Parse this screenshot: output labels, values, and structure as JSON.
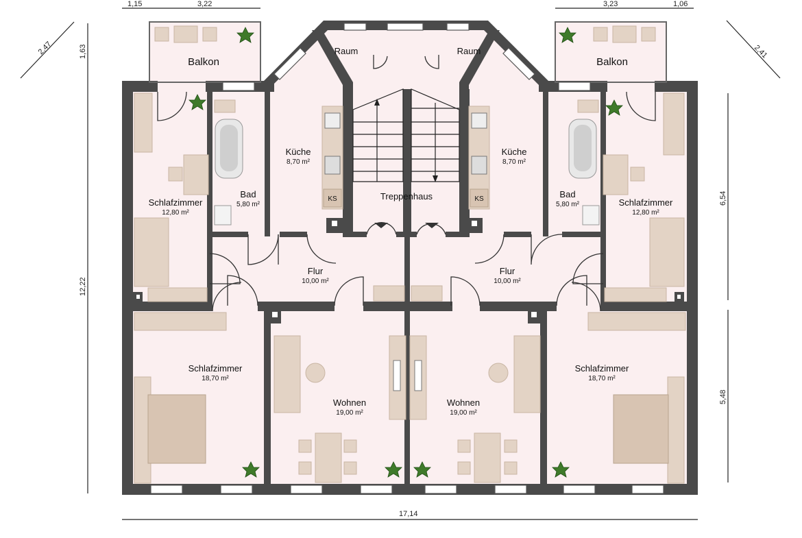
{
  "dimensions": {
    "top_left_a": "1,15",
    "top_left_b": "3,22",
    "top_right_a": "3,23",
    "top_right_b": "1,06",
    "diag_left": "2,47",
    "diag_right": "2,41",
    "left_balcony": "1,63",
    "left_total": "12,22",
    "right_upper": "6,54",
    "right_lower": "5,48",
    "bottom_total": "17,14"
  },
  "rooms": {
    "balkon_left": {
      "name": "Balkon"
    },
    "balkon_right": {
      "name": "Balkon"
    },
    "raum_left": {
      "name": "Raum"
    },
    "raum_right": {
      "name": "Raum"
    },
    "kueche_left": {
      "name": "Küche",
      "area": "8,70 m²"
    },
    "kueche_right": {
      "name": "Küche",
      "area": "8,70 m²"
    },
    "bad_left": {
      "name": "Bad",
      "area": "5,80 m²"
    },
    "bad_right": {
      "name": "Bad",
      "area": "5,80 m²"
    },
    "schlaf_small_left": {
      "name": "Schlafzimmer",
      "area": "12,80 m²"
    },
    "schlaf_small_right": {
      "name": "Schlafzimmer",
      "area": "12,80 m²"
    },
    "treppenhaus": {
      "name": "Treppenhaus"
    },
    "flur_left": {
      "name": "Flur",
      "area": "10,00 m²"
    },
    "flur_right": {
      "name": "Flur",
      "area": "10,00 m²"
    },
    "schlaf_big_left": {
      "name": "Schlafzimmer",
      "area": "18,70 m²"
    },
    "schlaf_big_right": {
      "name": "Schlafzimmer",
      "area": "18,70 m²"
    },
    "wohnen_left": {
      "name": "Wohnen",
      "area": "19,00 m²"
    },
    "wohnen_right": {
      "name": "Wohnen",
      "area": "19,00 m²"
    }
  },
  "labels": {
    "ks": "KS"
  }
}
